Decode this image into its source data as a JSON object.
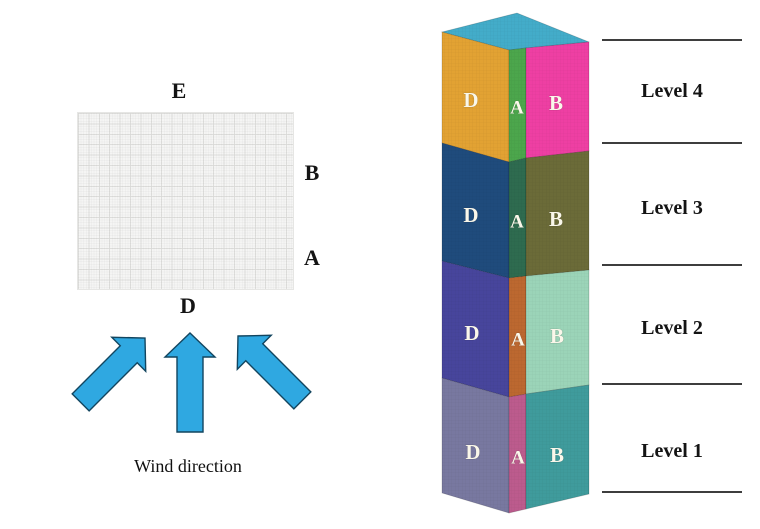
{
  "figure": {
    "plan": {
      "label_top": "E",
      "label_right_upper": "B",
      "label_right_lower": "A",
      "label_bottom": "D",
      "wind_label": "Wind direction",
      "grid_bg": "#f5f5f4",
      "grid_line": "#e2e2e0"
    },
    "wind_arrows": {
      "fill": "#2fa8e1",
      "outline": "#12455f"
    },
    "tower": {
      "top_face_color": "#43acc9",
      "letters": [
        "D",
        "A",
        "B"
      ],
      "levels": [
        {
          "name": "Level 4",
          "D": "#e2a233",
          "A": "#4ca64c",
          "B": "#ee3fa3"
        },
        {
          "name": "Level 3",
          "D": "#1f4b7c",
          "A": "#2e6b4f",
          "B": "#6b6b38"
        },
        {
          "name": "Level 2",
          "D": "#47459c",
          "A": "#bc6830",
          "B": "#9bd4b8"
        },
        {
          "name": "Level 1",
          "D": "#7878a0",
          "A": "#bc5b8d",
          "B": "#3f9b9c"
        }
      ]
    }
  }
}
